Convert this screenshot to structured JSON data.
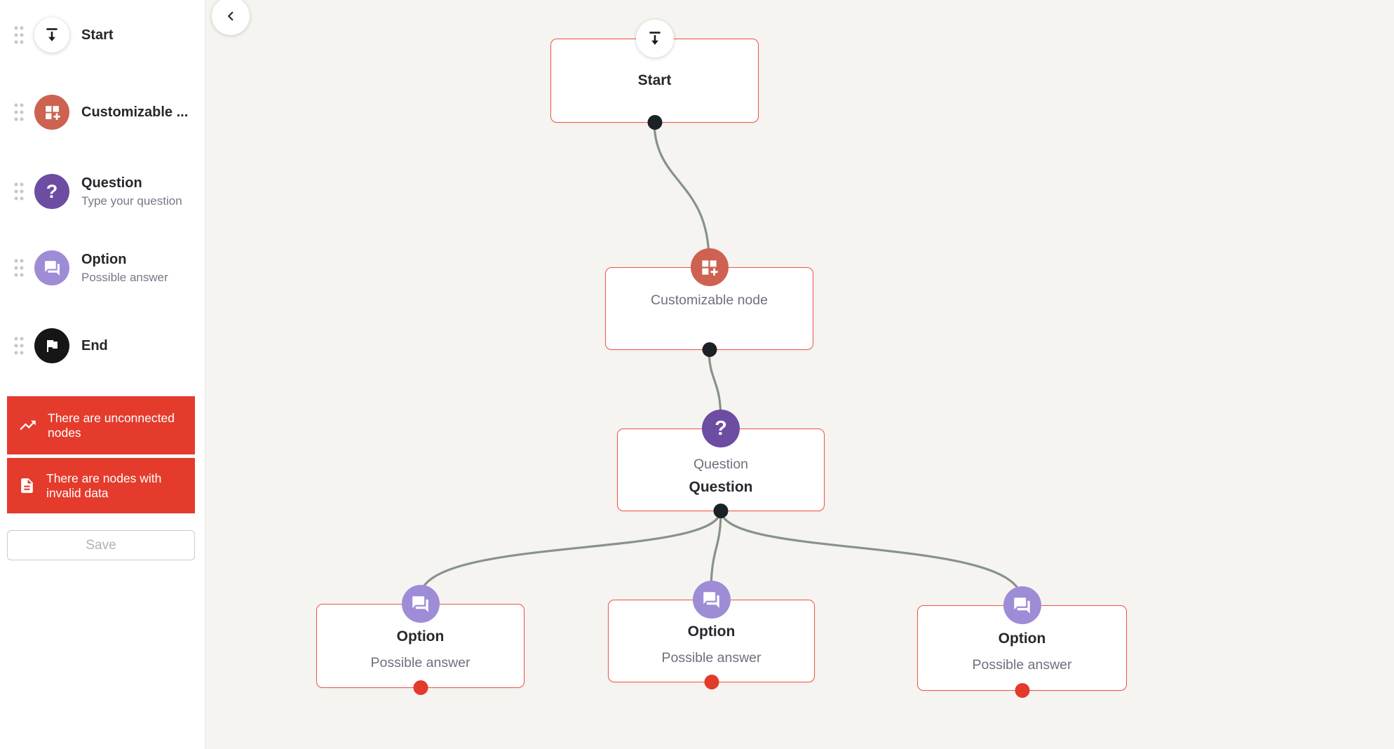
{
  "sidebar": {
    "items": [
      {
        "label": "Start",
        "subtitle": "",
        "icon": "start-arrow-icon"
      },
      {
        "label": "Customizable ...",
        "subtitle": "",
        "icon": "dashboard-customize-icon"
      },
      {
        "label": "Question",
        "subtitle": "Type your question",
        "icon": "question-mark-icon",
        "glyph": "?"
      },
      {
        "label": "Option",
        "subtitle": "Possible answer",
        "icon": "forum-icon"
      },
      {
        "label": "End",
        "subtitle": "",
        "icon": "flag-icon"
      }
    ],
    "warnings": [
      {
        "text": "There are unconnected nodes",
        "icon": "trending-up-icon"
      },
      {
        "text": "There are nodes with invalid data",
        "icon": "document-icon"
      }
    ],
    "save_label": "Save"
  },
  "canvas": {
    "nodes": [
      {
        "id": "start",
        "title": "Start"
      },
      {
        "id": "customizable",
        "label": "Customizable node"
      },
      {
        "id": "question",
        "type_label": "Question",
        "title": "Question",
        "glyph": "?"
      },
      {
        "id": "option-1",
        "title": "Option",
        "subtitle": "Possible answer"
      },
      {
        "id": "option-2",
        "title": "Option",
        "subtitle": "Possible answer"
      },
      {
        "id": "option-3",
        "title": "Option",
        "subtitle": "Possible answer"
      }
    ],
    "edges_count": 5
  },
  "colors": {
    "warning_red": "#e43b2c",
    "node_border_red": "#f05442",
    "port_black": "#1c2125",
    "port_red": "#e23a2b",
    "edge_gray": "#88928c",
    "customizable_orange": "#cd6251",
    "question_purple": "#6c4da2",
    "option_purple": "#9f8cd6",
    "end_black": "#161616",
    "canvas_bg": "#f5f4f1"
  }
}
